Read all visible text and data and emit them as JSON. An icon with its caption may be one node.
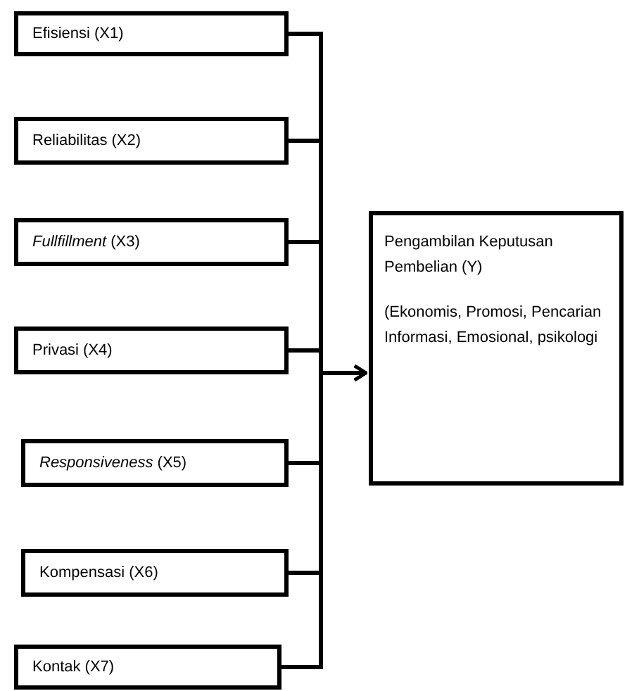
{
  "diagram": {
    "nodes": [
      {
        "text": [
          "Efisiensi (X1)"
        ]
      },
      {
        "text": [
          "Reliabilitas (X2)"
        ]
      },
      {
        "text": [
          "*Fullfillment* (X3)"
        ]
      },
      {
        "text": [
          "Privasi (X4)"
        ]
      },
      {
        "text": [
          "*Responsiveness* (X5)"
        ]
      },
      {
        "text": [
          "Kompensasi (X6)"
        ]
      },
      {
        "text": [
          "Kontak (X7)"
        ]
      },
      {
        "text": [
          "Pengambilan Keputusan Pembelian (Y)",
          "(Ekonomis, Promosi, Pencarian Informasi, Emosional, psikologi"
        ]
      }
    ],
    "edges": [
      {
        "from": 0,
        "to": 7,
        "arrow": "to"
      },
      {
        "from": 1,
        "to": 7,
        "arrow": "to"
      },
      {
        "from": 2,
        "to": 7,
        "arrow": "to"
      },
      {
        "from": 3,
        "to": 7,
        "arrow": "to"
      },
      {
        "from": 4,
        "to": 7,
        "arrow": "to"
      },
      {
        "from": 5,
        "to": 7,
        "arrow": "to"
      },
      {
        "from": 6,
        "to": 7,
        "arrow": "to"
      }
    ]
  }
}
